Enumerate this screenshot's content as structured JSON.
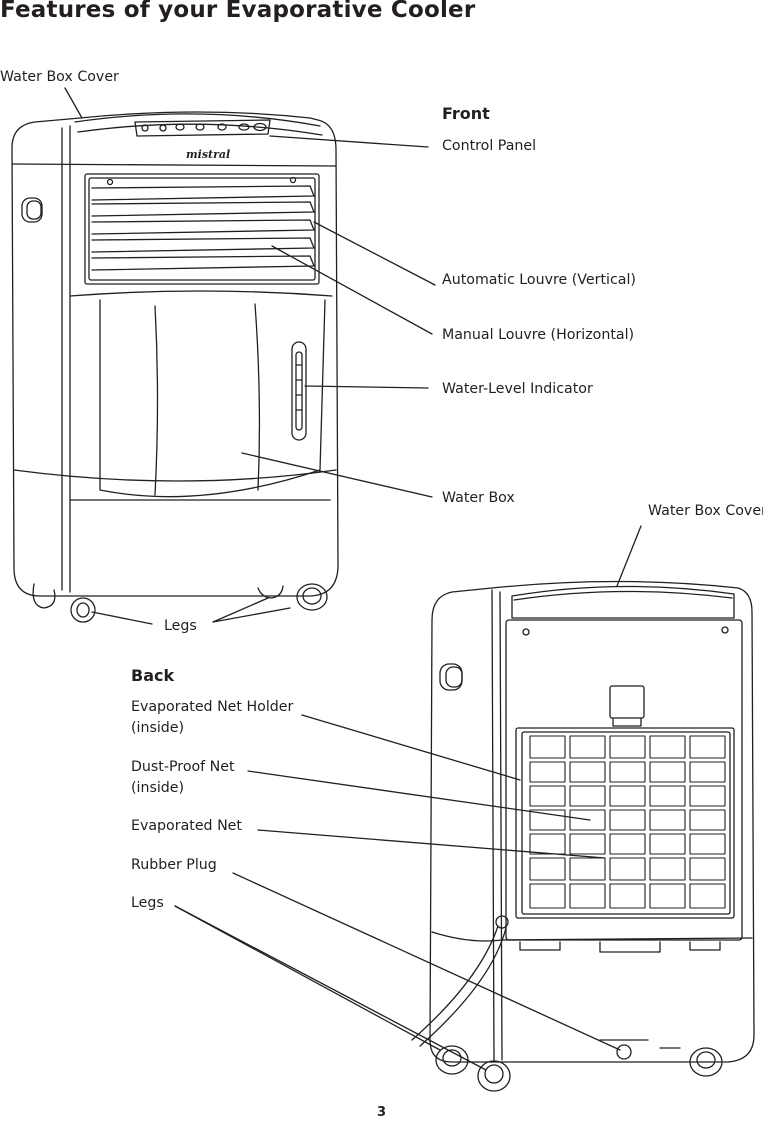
{
  "page": {
    "title": "Features of your Evaporative Cooler",
    "page_number": "3"
  },
  "front": {
    "heading": "Front",
    "brand": "mistral",
    "labels": {
      "water_box_cover": "Water Box Cover",
      "control_panel": "Control Panel",
      "auto_louvre": "Automatic Louvre (Vertical)",
      "manual_louvre": "Manual Louvre (Horizontal)",
      "water_level": "Water-Level Indicator",
      "water_box": "Water Box",
      "legs": "Legs"
    }
  },
  "back": {
    "heading": "Back",
    "labels": {
      "water_box_cover": "Water Box Cover",
      "net_holder_1": "Evaporated Net Holder",
      "net_holder_2": "(inside)",
      "dust_net_1": "Dust-Proof Net",
      "dust_net_2": "(inside)",
      "evap_net": "Evaporated Net",
      "rubber_plug": "Rubber Plug",
      "legs": "Legs"
    }
  }
}
